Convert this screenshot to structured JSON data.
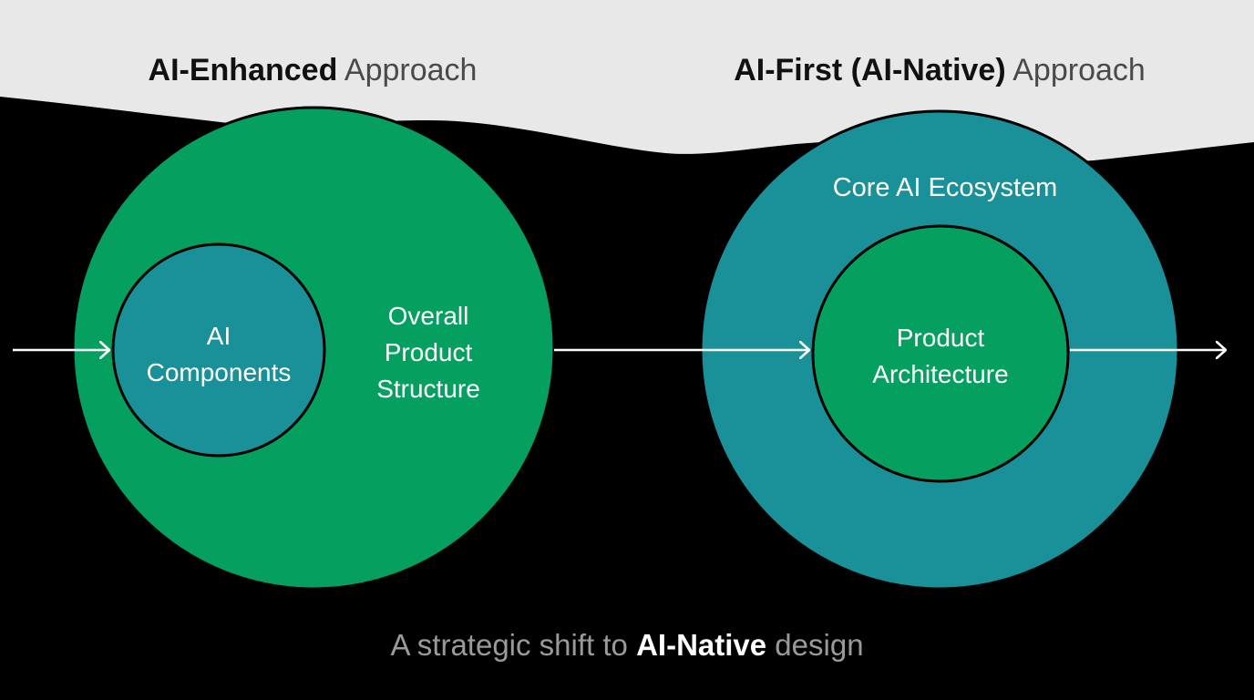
{
  "left_heading": {
    "bold": "AI-Enhanced",
    "light": "Approach"
  },
  "right_heading": {
    "bold": "AI-First (AI-Native)",
    "light": "Approach"
  },
  "left_diagram": {
    "outer_label_lines": [
      "Overall",
      "Product",
      "Structure"
    ],
    "inner_label_lines": [
      "AI",
      "Components"
    ]
  },
  "right_diagram": {
    "outer_label": "Core AI Ecosystem",
    "inner_label_lines": [
      "Product",
      "Architecture"
    ]
  },
  "caption": {
    "prefix": "A strategic shift to",
    "bold": "AI-Native",
    "suffix": "design"
  },
  "colors": {
    "background": "#000000",
    "top_band": "#e8e8e8",
    "green": "#05a060",
    "teal": "#1a9098",
    "circle_stroke": "#000000",
    "arrow": "#ffffff",
    "heading_bold": "#111111",
    "heading_light": "#4a4a4a",
    "caption_light": "#9a9a9a",
    "caption_bold": "#ffffff",
    "diagram_text": "#ffffff"
  }
}
